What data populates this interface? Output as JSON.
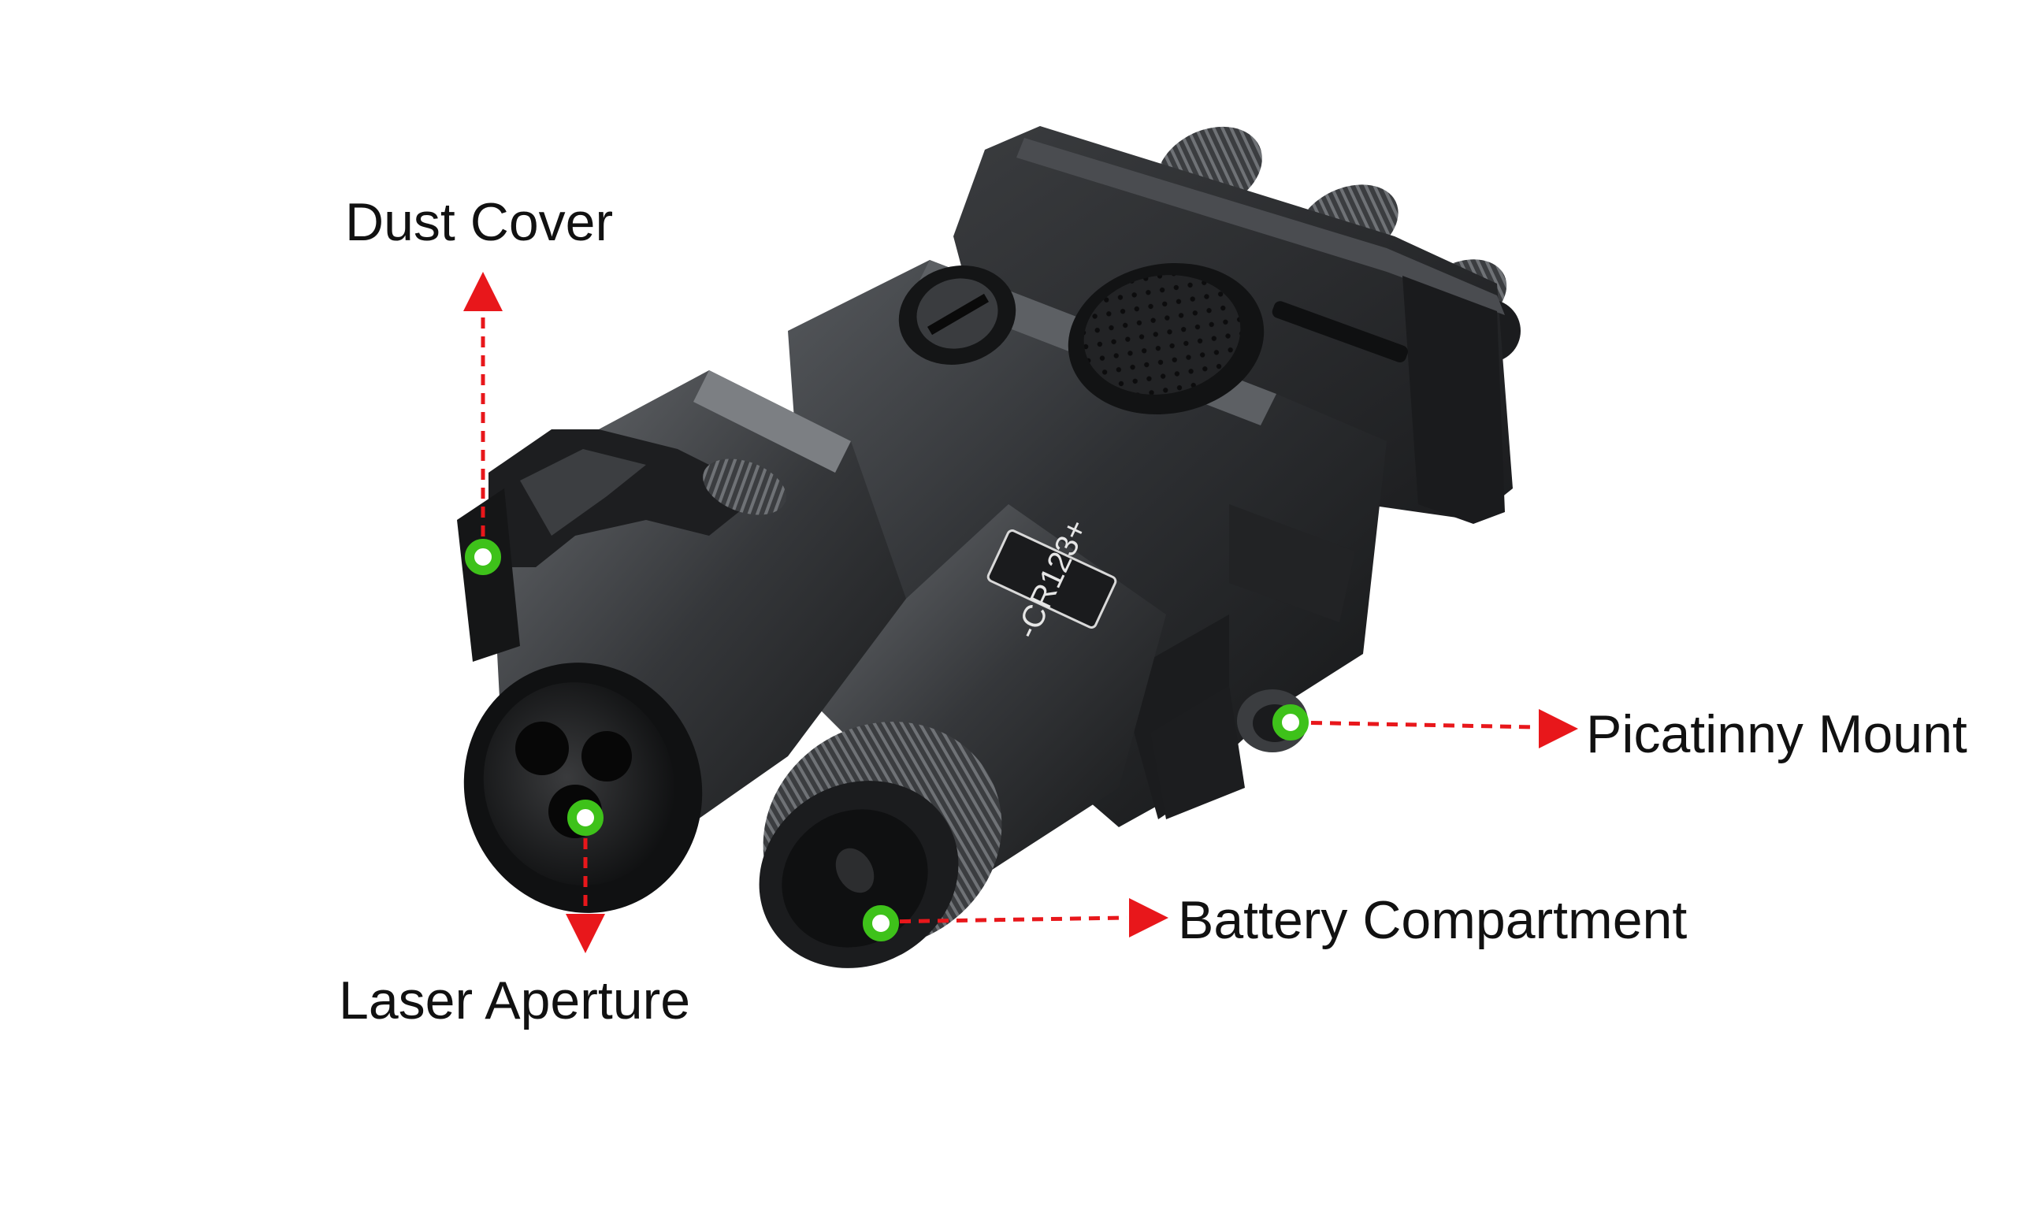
{
  "labels": {
    "dust_cover": "Dust Cover",
    "laser_aperture": "Laser Aperture",
    "battery_compartment": "Battery Compartment",
    "picatinny_mount": "Picatinny Mount",
    "engraving": "-CR123+"
  },
  "device_icons": {
    "device": "laser-aiming-module-illustration",
    "callout_marker": "green-ring-dot",
    "callout_arrow": "red-dashed-arrow"
  },
  "colors": {
    "background": "#ffffff",
    "label_text": "#111111",
    "arrow": "#e8171b",
    "marker_ring": "#3ec21a",
    "marker_center": "#ffffff",
    "device_body": "#2b2c2e"
  }
}
